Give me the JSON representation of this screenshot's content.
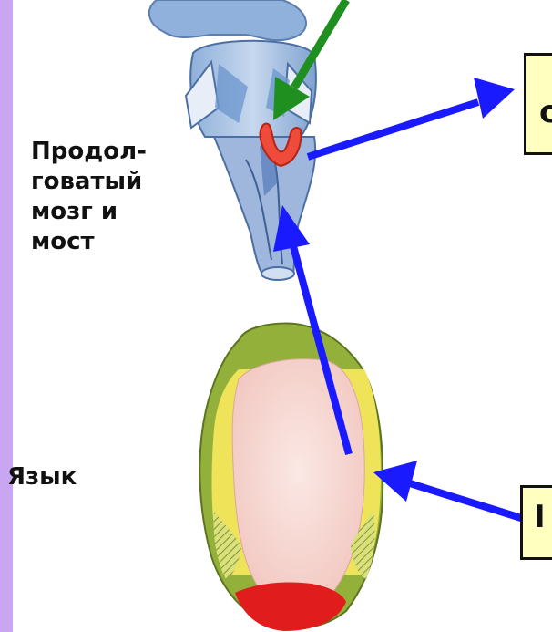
{
  "labels": {
    "medulla_lines": [
      "Продол-",
      "говатый",
      "мозг и",
      "мост"
    ],
    "tongue": "Язык"
  },
  "boxes": {
    "top_visible_text": "с",
    "bottom_visible_text": "I"
  },
  "colors": {
    "background": "#c9a6f2",
    "arrow_blue": "#1a1aff",
    "arrow_green": "#1f8f1f",
    "nucleus_red": "#ee4b3b",
    "box_fill": "#ffffc0"
  }
}
